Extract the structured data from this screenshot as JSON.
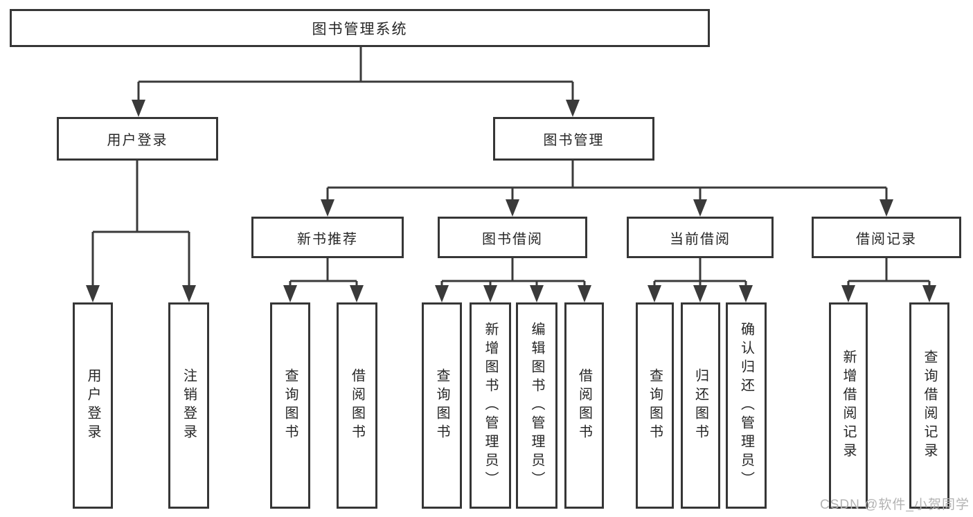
{
  "diagram": {
    "root": {
      "label": "图书管理系统"
    },
    "level2": [
      {
        "label": "用户登录"
      },
      {
        "label": "图书管理"
      }
    ],
    "level3": [
      {
        "label": "新书推荐"
      },
      {
        "label": "图书借阅"
      },
      {
        "label": "当前借阅"
      },
      {
        "label": "借阅记录"
      }
    ],
    "leaves": {
      "user_login": [
        "用户登录",
        "注销登录"
      ],
      "new_book_rec": [
        "查询图书",
        "借阅图书"
      ],
      "book_borrow": [
        "查询图书",
        "新增图书（管理员）",
        "编辑图书（管理员）",
        "借阅图书"
      ],
      "current_borrow": [
        "查询图书",
        "归还图书",
        "确认归还（管理员）"
      ],
      "borrow_record": [
        "新增借阅记录",
        "查询借阅记录"
      ]
    }
  },
  "watermark": "CSDN @软件_小贺同学",
  "colors": {
    "line": "#3a3a3a",
    "box_border": "#363636",
    "text": "#262626",
    "watermark": "#b3b3b3",
    "background": "#ffffff"
  }
}
